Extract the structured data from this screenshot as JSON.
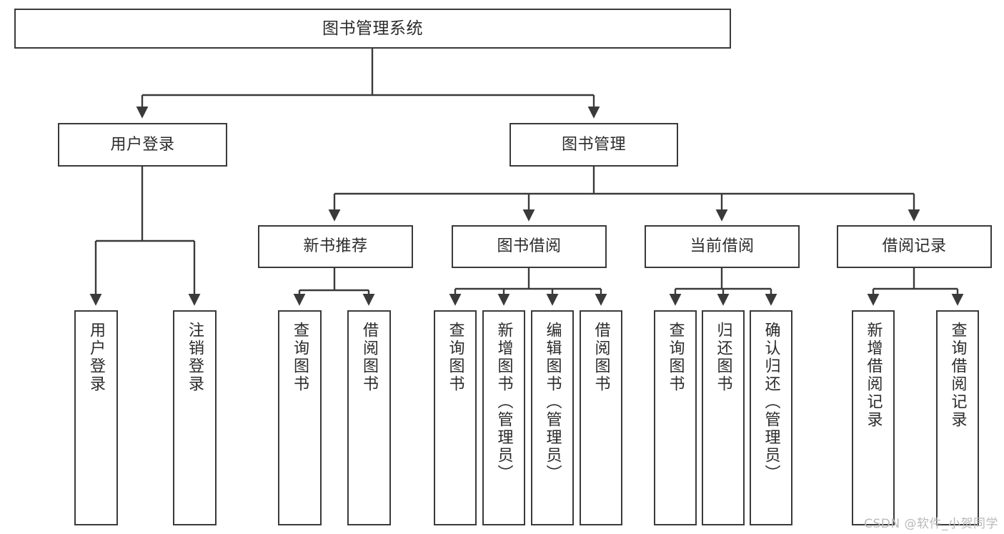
{
  "diagram": {
    "title": "图书管理系统",
    "type": "tree-hierarchy-chart",
    "stroke_color": "#3a3a3a",
    "text_color": "#2b2b2b",
    "background_color": "#ffffff",
    "nodes": {
      "root": {
        "label": "图书管理系统"
      },
      "level1": [
        {
          "label": "用户登录"
        },
        {
          "label": "图书管理"
        }
      ],
      "level2": [
        {
          "label": "新书推荐"
        },
        {
          "label": "图书借阅"
        },
        {
          "label": "当前借阅"
        },
        {
          "label": "借阅记录"
        }
      ],
      "leaves_user_login": [
        {
          "label": "用户登录"
        },
        {
          "label": "注销登录"
        }
      ],
      "leaves_new_book": [
        {
          "label": "查询图书"
        },
        {
          "label": "借阅图书"
        }
      ],
      "leaves_borrow": [
        {
          "label": "查询图书"
        },
        {
          "label": "新增图书（管理员）"
        },
        {
          "label": "编辑图书（管理员）"
        },
        {
          "label": "借阅图书"
        }
      ],
      "leaves_current": [
        {
          "label": "查询图书"
        },
        {
          "label": "归还图书"
        },
        {
          "label": "确认归还（管理员）"
        }
      ],
      "leaves_record": [
        {
          "label": "新增借阅记录"
        },
        {
          "label": "查询借阅记录"
        }
      ]
    }
  },
  "watermark": {
    "text": "CSDN @软件_小贺同学"
  }
}
